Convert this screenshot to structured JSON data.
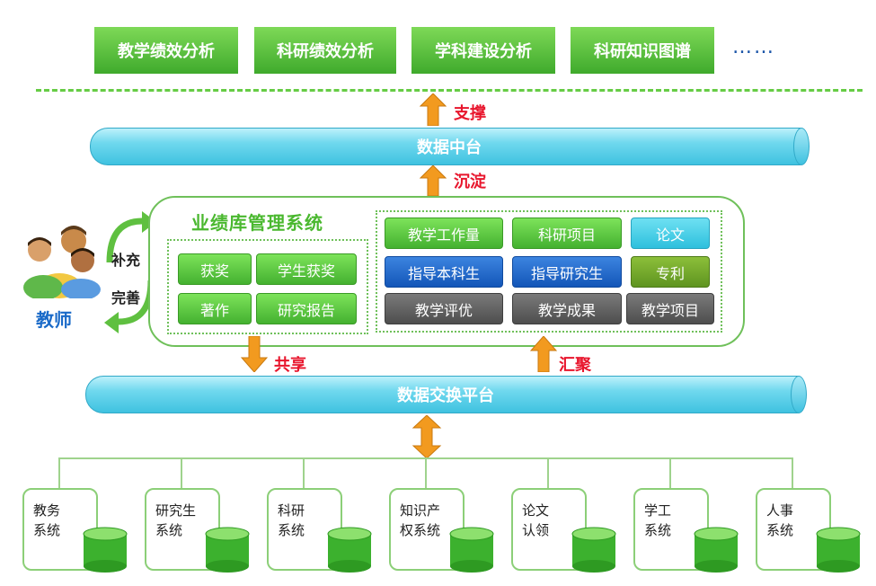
{
  "top_banners": [
    {
      "label": "教学绩效分析"
    },
    {
      "label": "科研绩效分析"
    },
    {
      "label": "学科建设分析"
    },
    {
      "label": "科研知识图谱"
    }
  ],
  "ellipsis": "……",
  "labels": {
    "support": "支撑",
    "settle": "沉淀",
    "share": "共享",
    "gather": "汇聚"
  },
  "data_middle_platform": "数据中台",
  "data_exchange_platform": "数据交换平台",
  "teacher": {
    "label": "教师",
    "cycle_top": "补充",
    "cycle_bottom": "完善"
  },
  "performance_system": {
    "title": "业绩库管理系统",
    "left_items": [
      "获奖",
      "学生获奖",
      "著作",
      "研究报告"
    ],
    "right_items": [
      {
        "label": "教学工作量",
        "color": "green"
      },
      {
        "label": "科研项目",
        "color": "green"
      },
      {
        "label": "论文",
        "color": "cyan"
      },
      {
        "label": "指导本科生",
        "color": "blue"
      },
      {
        "label": "指导研究生",
        "color": "blue"
      },
      {
        "label": "专利",
        "color": "olive"
      },
      {
        "label": "教学评优",
        "color": "gray"
      },
      {
        "label": "教学成果",
        "color": "gray"
      },
      {
        "label": "教学项目",
        "color": "gray"
      }
    ]
  },
  "systems": [
    {
      "label": "教务\n系统"
    },
    {
      "label": "研究生\n系统"
    },
    {
      "label": "科研\n系统"
    },
    {
      "label": "知识产\n权系统"
    },
    {
      "label": "论文\n认领"
    },
    {
      "label": "学工\n系统"
    },
    {
      "label": "人事\n系统"
    }
  ],
  "colors": {
    "green": "#44b130",
    "blue": "#1356b8",
    "gray": "#4e4e4e",
    "cyan": "#2ec0dd",
    "olive": "#5f9420",
    "arrow": "#f29a1f",
    "label_red": "#e8152c"
  }
}
